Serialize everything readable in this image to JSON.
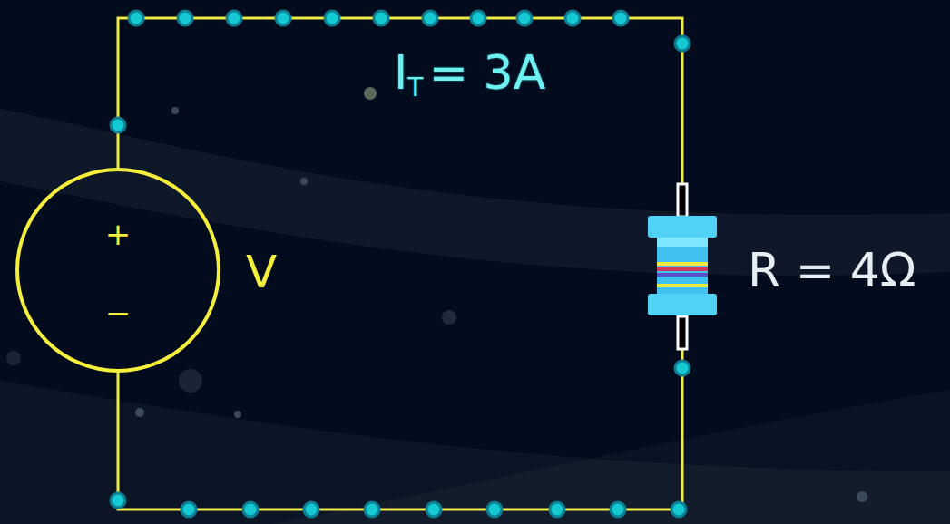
{
  "diagram": {
    "nodes": [
      {
        "text": [
          "+",
          "−",
          "V"
        ]
      },
      {
        "text": [
          "R = 4Ω"
        ]
      }
    ],
    "edges": [
      {
        "from": 0,
        "to": 1,
        "arrow": "none"
      },
      {
        "from": 0,
        "to": 1,
        "arrow": "none"
      }
    ],
    "labels": [
      "I",
      "T",
      "= 3A"
    ]
  }
}
